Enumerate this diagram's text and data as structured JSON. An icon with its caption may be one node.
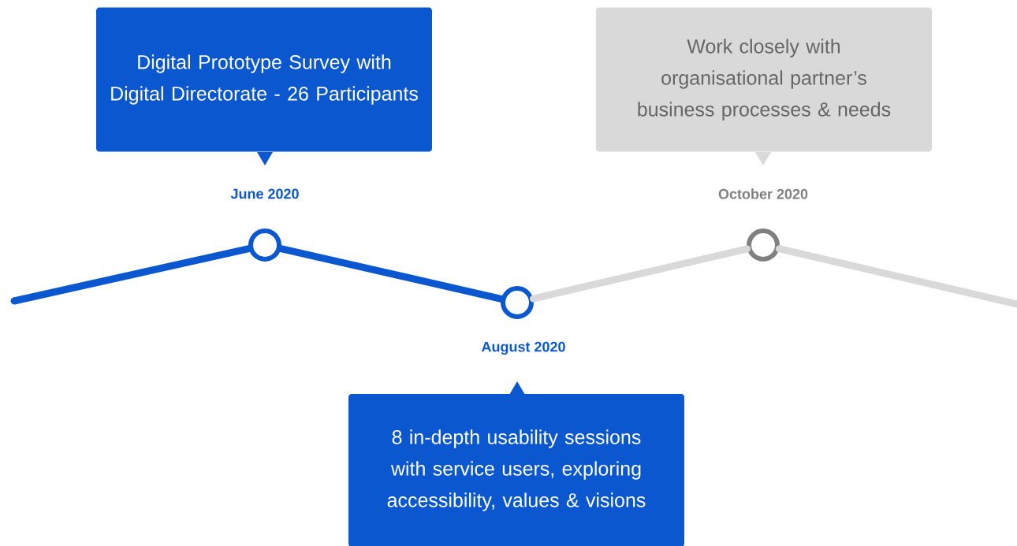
{
  "diagram": {
    "nodes": [
      {
        "text": [
          "Digital Prototype Survey with Digital Directorate - 26 Participants"
        ]
      },
      {
        "text": [
          "Work closely with organisational partner’s business processes & needs"
        ]
      },
      {
        "text": [
          "8 in-depth usability sessions with service users, exploring accessibility, values & visions"
        ]
      },
      {
        "text": [],
        "shape": "circle",
        "beside": [
          "June 2020"
        ]
      },
      {
        "text": [],
        "shape": "circle",
        "beside": [
          "August 2020"
        ]
      },
      {
        "text": [],
        "shape": "circle",
        "beside": [
          "October 2020"
        ]
      }
    ],
    "edges": [
      {
        "from": null,
        "to": 3,
        "arrow": "none",
        "color": "#0b57d0"
      },
      {
        "from": 3,
        "to": 4,
        "arrow": "none",
        "color": "#0b57d0"
      },
      {
        "from": 4,
        "to": 5,
        "arrow": "none",
        "color": "#d9d9d9"
      },
      {
        "from": 5,
        "to": null,
        "arrow": "none",
        "color": "#d9d9d9"
      }
    ]
  }
}
